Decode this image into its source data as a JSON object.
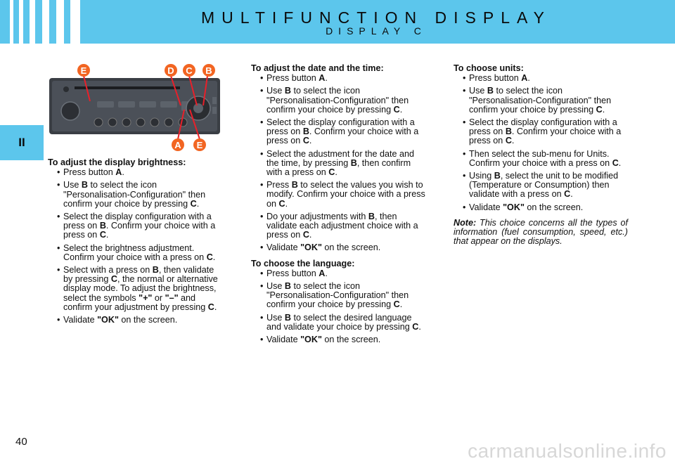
{
  "header": {
    "title": "MULTIFUNCTION DISPLAY",
    "subtitle": "DISPLAY C",
    "color": "#5cc6ec"
  },
  "side_tab": {
    "label": "II"
  },
  "figure": {
    "callouts": [
      "E",
      "D",
      "C",
      "B",
      "A",
      "E"
    ],
    "callout_color": "#f26522"
  },
  "col1": {
    "heading": "To adjust the display brightness:",
    "items": [
      [
        "• ",
        "Press button ",
        "A",
        "."
      ],
      [
        "Use ",
        "B",
        " to select the icon \"Personalisation-Configuration\" then confirm your choice by pressing ",
        "C",
        "."
      ],
      [
        "Select the display configuration with a press on ",
        "B",
        ". Confirm your choice with a press on ",
        "C",
        "."
      ],
      [
        "Select the brightness adjustment. Confirm your choice with a press on ",
        "C",
        "."
      ],
      [
        "Select with a press on ",
        "B",
        ", then validate by pressing ",
        "C",
        ", the normal or alternative display mode. To adjust the brightness, select the symbols ",
        "\"+\"",
        " or ",
        "\"–\"",
        " and confirm your adjustment by pressing ",
        "C",
        "."
      ],
      [
        "Validate ",
        "\"OK\"",
        " on the screen."
      ]
    ]
  },
  "col2a": {
    "heading": "To adjust the date and the time:",
    "items": [
      [
        "Press button ",
        "A",
        "."
      ],
      [
        "Use ",
        "B",
        " to select the icon \"Personalisation-Configuration\" then confirm your choice by pressing ",
        "C",
        "."
      ],
      [
        "Select the display configuration with a press on ",
        "B",
        ". Confirm your choice with a press on ",
        "C",
        "."
      ],
      [
        "Select the adustment for the date and the time, by pressing ",
        "B",
        ", then confirm with a press on ",
        "C",
        "."
      ],
      [
        "Press ",
        "B",
        " to select the values you wish to modify. Confirm your choice with a press on ",
        "C",
        "."
      ],
      [
        "Do your adjustments with ",
        "B",
        ", then validate each adjustment choice with a press on ",
        "C",
        "."
      ],
      [
        "Validate ",
        "\"OK\"",
        " on the screen."
      ]
    ]
  },
  "col2b": {
    "heading": "To choose the language:",
    "items": [
      [
        "Press button ",
        "A",
        "."
      ],
      [
        "Use ",
        "B",
        " to select the icon \"Personalisation-Configuration\" then confirm your choice by pressing ",
        "C",
        "."
      ],
      [
        "Use ",
        "B",
        " to select the desired language and validate your choice by pressing ",
        "C",
        "."
      ],
      [
        "Validate ",
        "\"OK\"",
        " on the screen."
      ]
    ]
  },
  "col3": {
    "heading": "To choose units:",
    "items": [
      [
        "Press button ",
        "A",
        "."
      ],
      [
        "Use ",
        "B",
        " to select the icon \"Personalisation-Configuration\" then confirm your choice by pressing ",
        "C",
        "."
      ],
      [
        "Select the display configuration with a press on ",
        "B",
        ". Confirm your choice with a press on ",
        "C",
        "."
      ],
      [
        "Then select the sub-menu for Units. Confirm your choice with a press on ",
        "C",
        "."
      ],
      [
        "Using ",
        "B",
        ", select the unit to be modified (Temperature or Consumption) then validate with a press on ",
        "C",
        "."
      ],
      [
        "Validate ",
        "\"OK\"",
        " on the screen."
      ]
    ],
    "note_label": "Note:",
    "note_text": " This choice concerns all the types of information (fuel consumption, speed, etc.) that appear on the displays."
  },
  "footer": {
    "page_number": "40",
    "watermark": "carmanualsonline.info"
  }
}
